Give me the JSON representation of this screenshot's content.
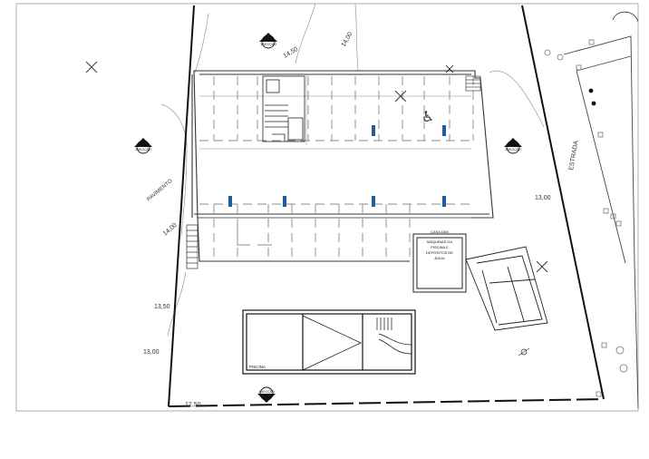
{
  "plan": {
    "contour_labels": {
      "c1450_top": "14,50",
      "c1400_top": "14,00",
      "c1400_left": "14,00",
      "c1350": "13,50",
      "c1300_left": "13,00",
      "c1300_right": "13,00",
      "c1250": "12,50"
    },
    "road_label": "ESTRADA",
    "pavement_label": "PAVIMENTO",
    "machine_room_label": [
      "CASA DAS",
      "MÁQUINAS DA",
      "PISCINA E",
      "DEPÓSITOS DE",
      "ÁGUA"
    ],
    "pool_label": "PISCINA",
    "section_marker_labels": {
      "top": "1\nSECÇÃO",
      "left": "2\nSECÇÃO",
      "right": "2\nSECÇÃO",
      "bottom": "1\nSECÇÃO"
    },
    "accessible_symbol": "♿"
  }
}
